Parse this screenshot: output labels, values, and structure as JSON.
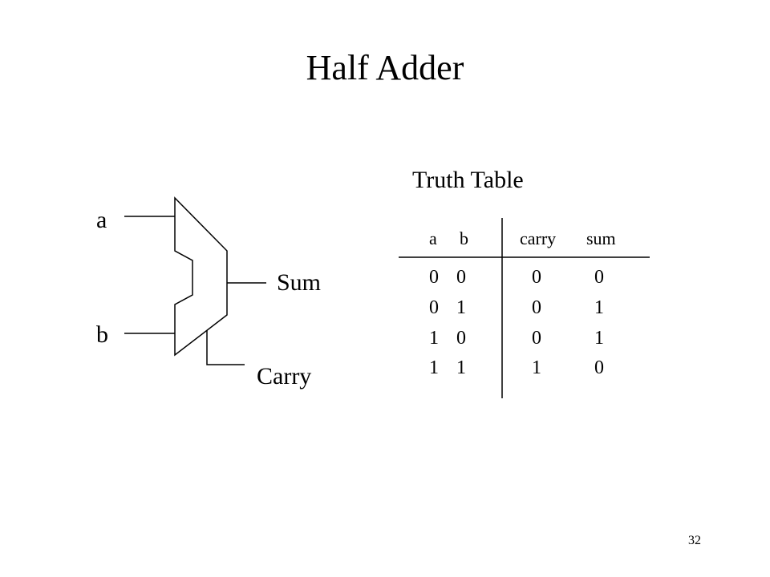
{
  "slide": {
    "title": "Half Adder",
    "number": "32"
  },
  "diagram": {
    "input_a": "a",
    "input_b": "b",
    "output_sum": "Sum",
    "output_carry": "Carry"
  },
  "truth_table": {
    "title": "Truth Table",
    "headers": [
      "a",
      "b",
      "carry",
      "sum"
    ],
    "rows": [
      [
        "0",
        "0",
        "0",
        "0"
      ],
      [
        "0",
        "1",
        "0",
        "1"
      ],
      [
        "1",
        "0",
        "0",
        "1"
      ],
      [
        "1",
        "1",
        "1",
        "0"
      ]
    ]
  }
}
